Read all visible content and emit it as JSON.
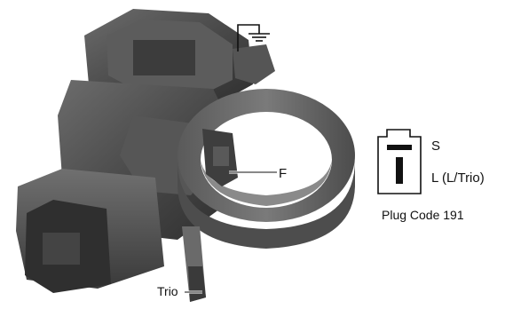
{
  "diagram": {
    "labels": {
      "field": "F",
      "trio": "Trio",
      "plug_pin_s": "S",
      "plug_pin_l": "L (L/Trio)",
      "plug_code": "Plug Code 191"
    },
    "symbols": {
      "ground": "ground-symbol"
    }
  }
}
